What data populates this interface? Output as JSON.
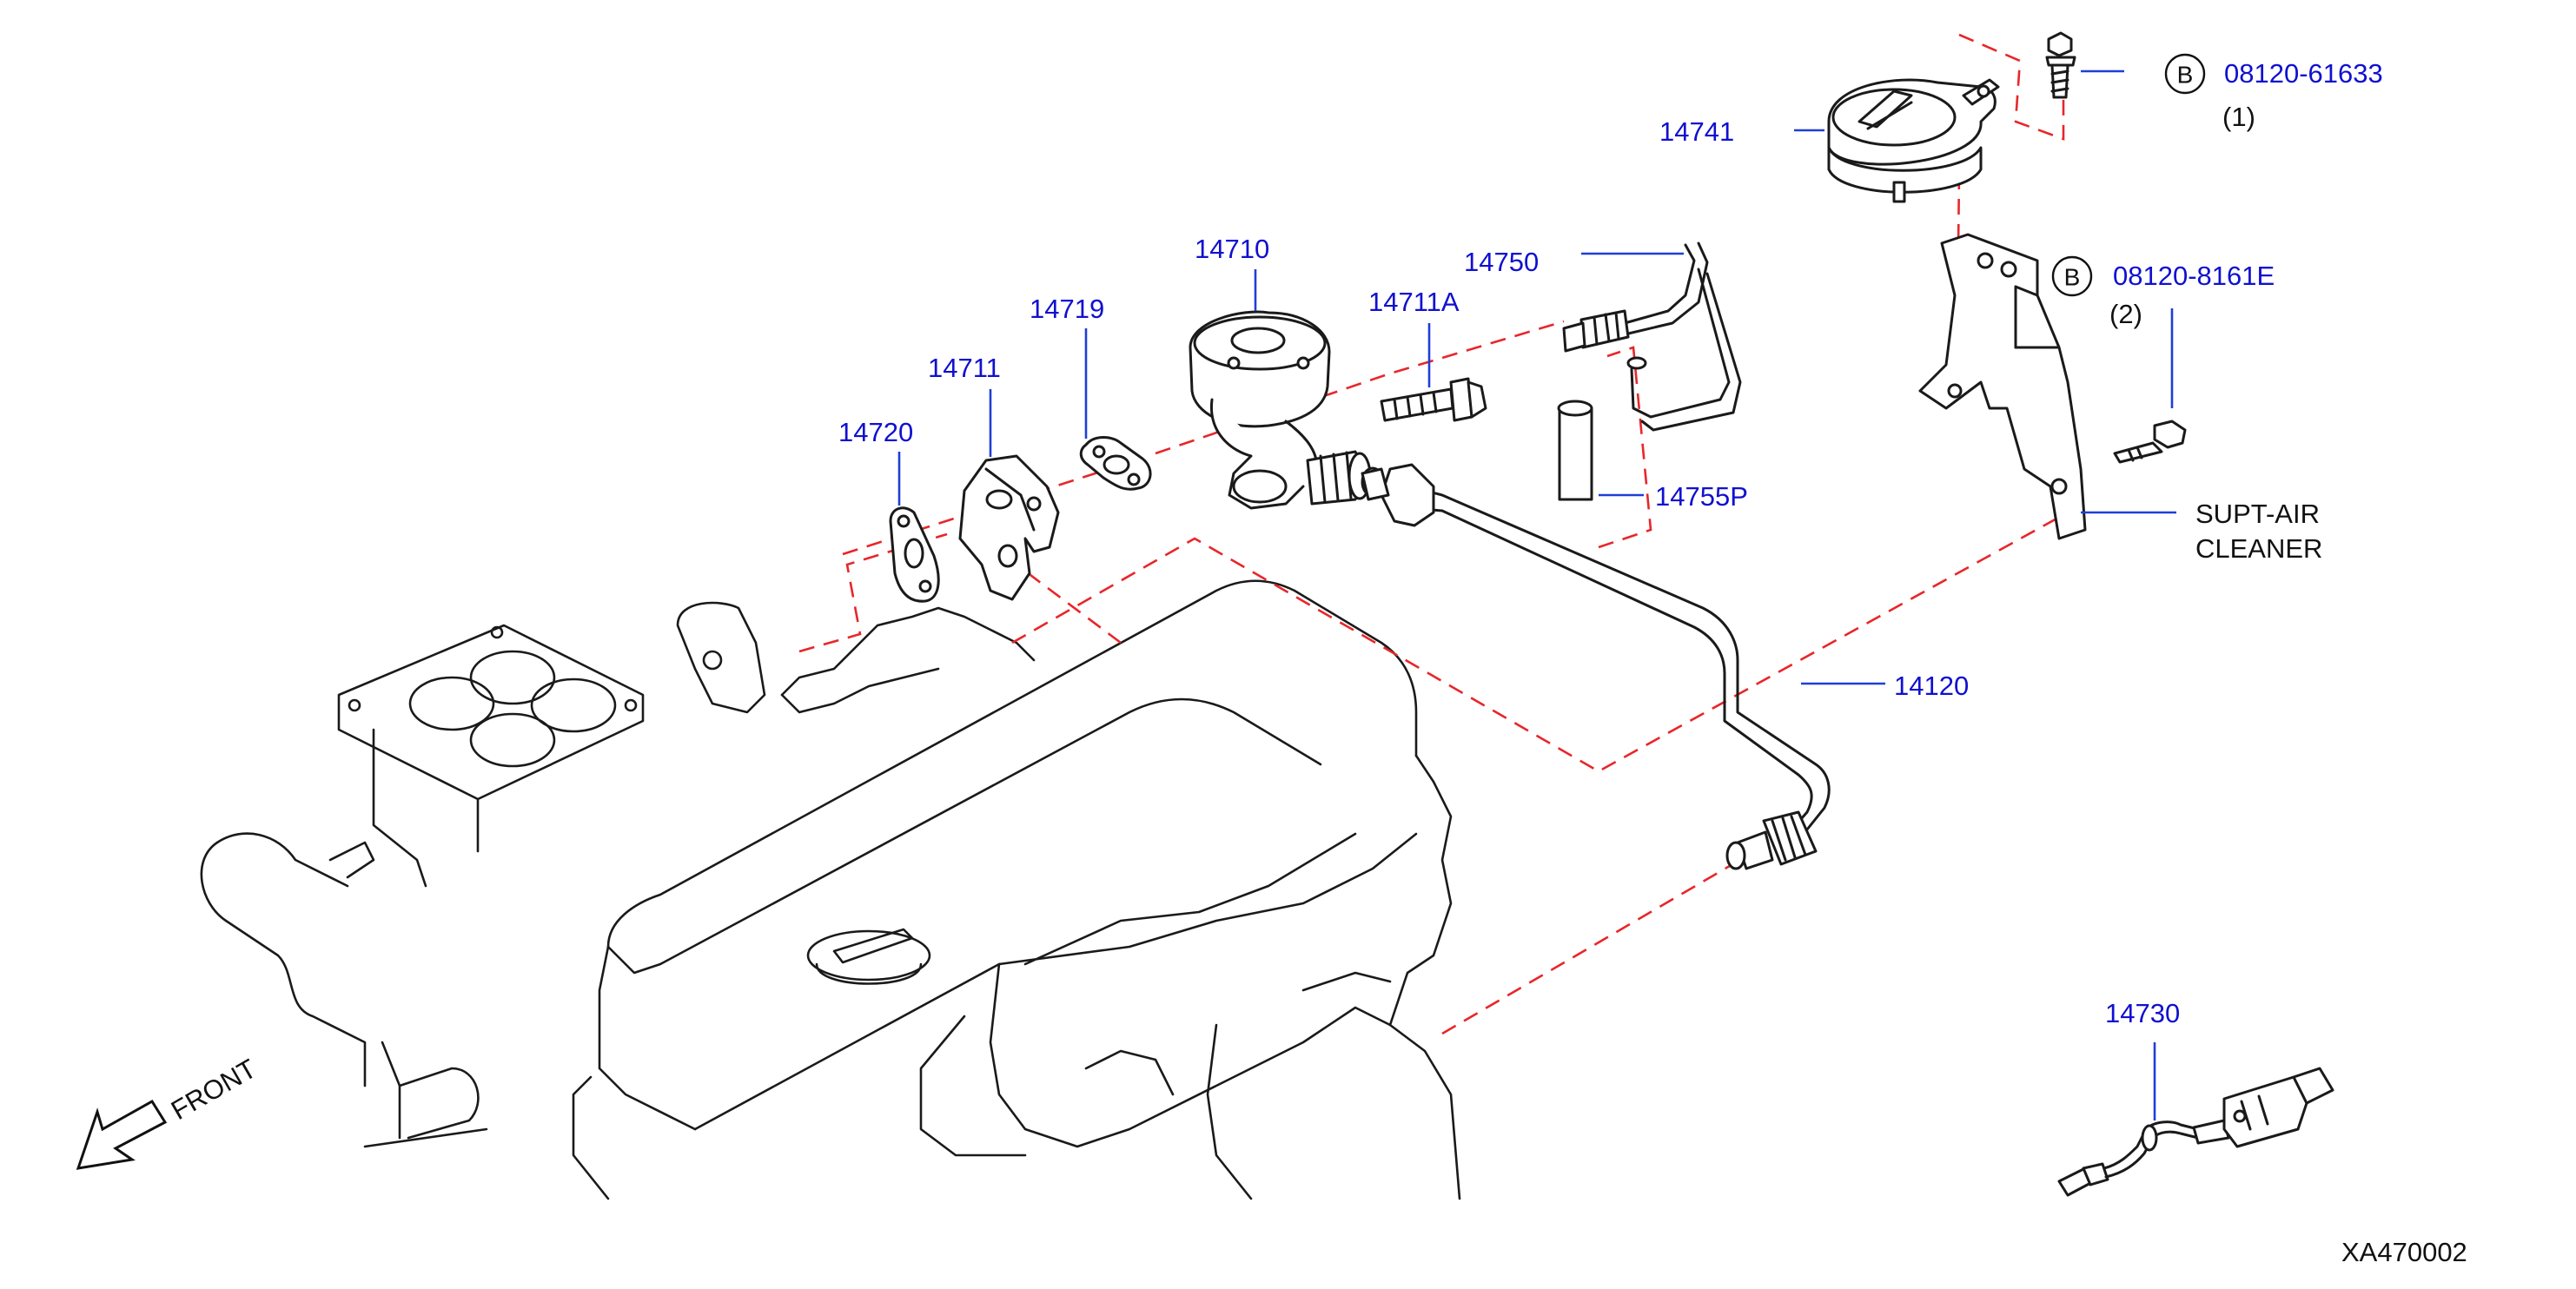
{
  "labels": {
    "p14741": "14741",
    "p14710": "14710",
    "p14750": "14750",
    "p14711A": "14711A",
    "p14719": "14719",
    "p14711": "14711",
    "p14720": "14720",
    "p14755P": "14755P",
    "p14120": "14120",
    "p14730": "14730",
    "bolt1_part": "08120-61633",
    "bolt1_qty": "(1)",
    "bolt2_part": "08120-8161E",
    "bolt2_qty": "(2)",
    "bolt_symbol": "B",
    "supt_line1": "SUPT-AIR",
    "supt_line2": "CLEANER",
    "front": "FRONT",
    "diagram_code": "XA470002"
  },
  "colors": {
    "part_number": "#1010d0",
    "leader": "#1f3fd6",
    "dashed_guide": "#e8262a",
    "outline": "#1a1a1a"
  }
}
